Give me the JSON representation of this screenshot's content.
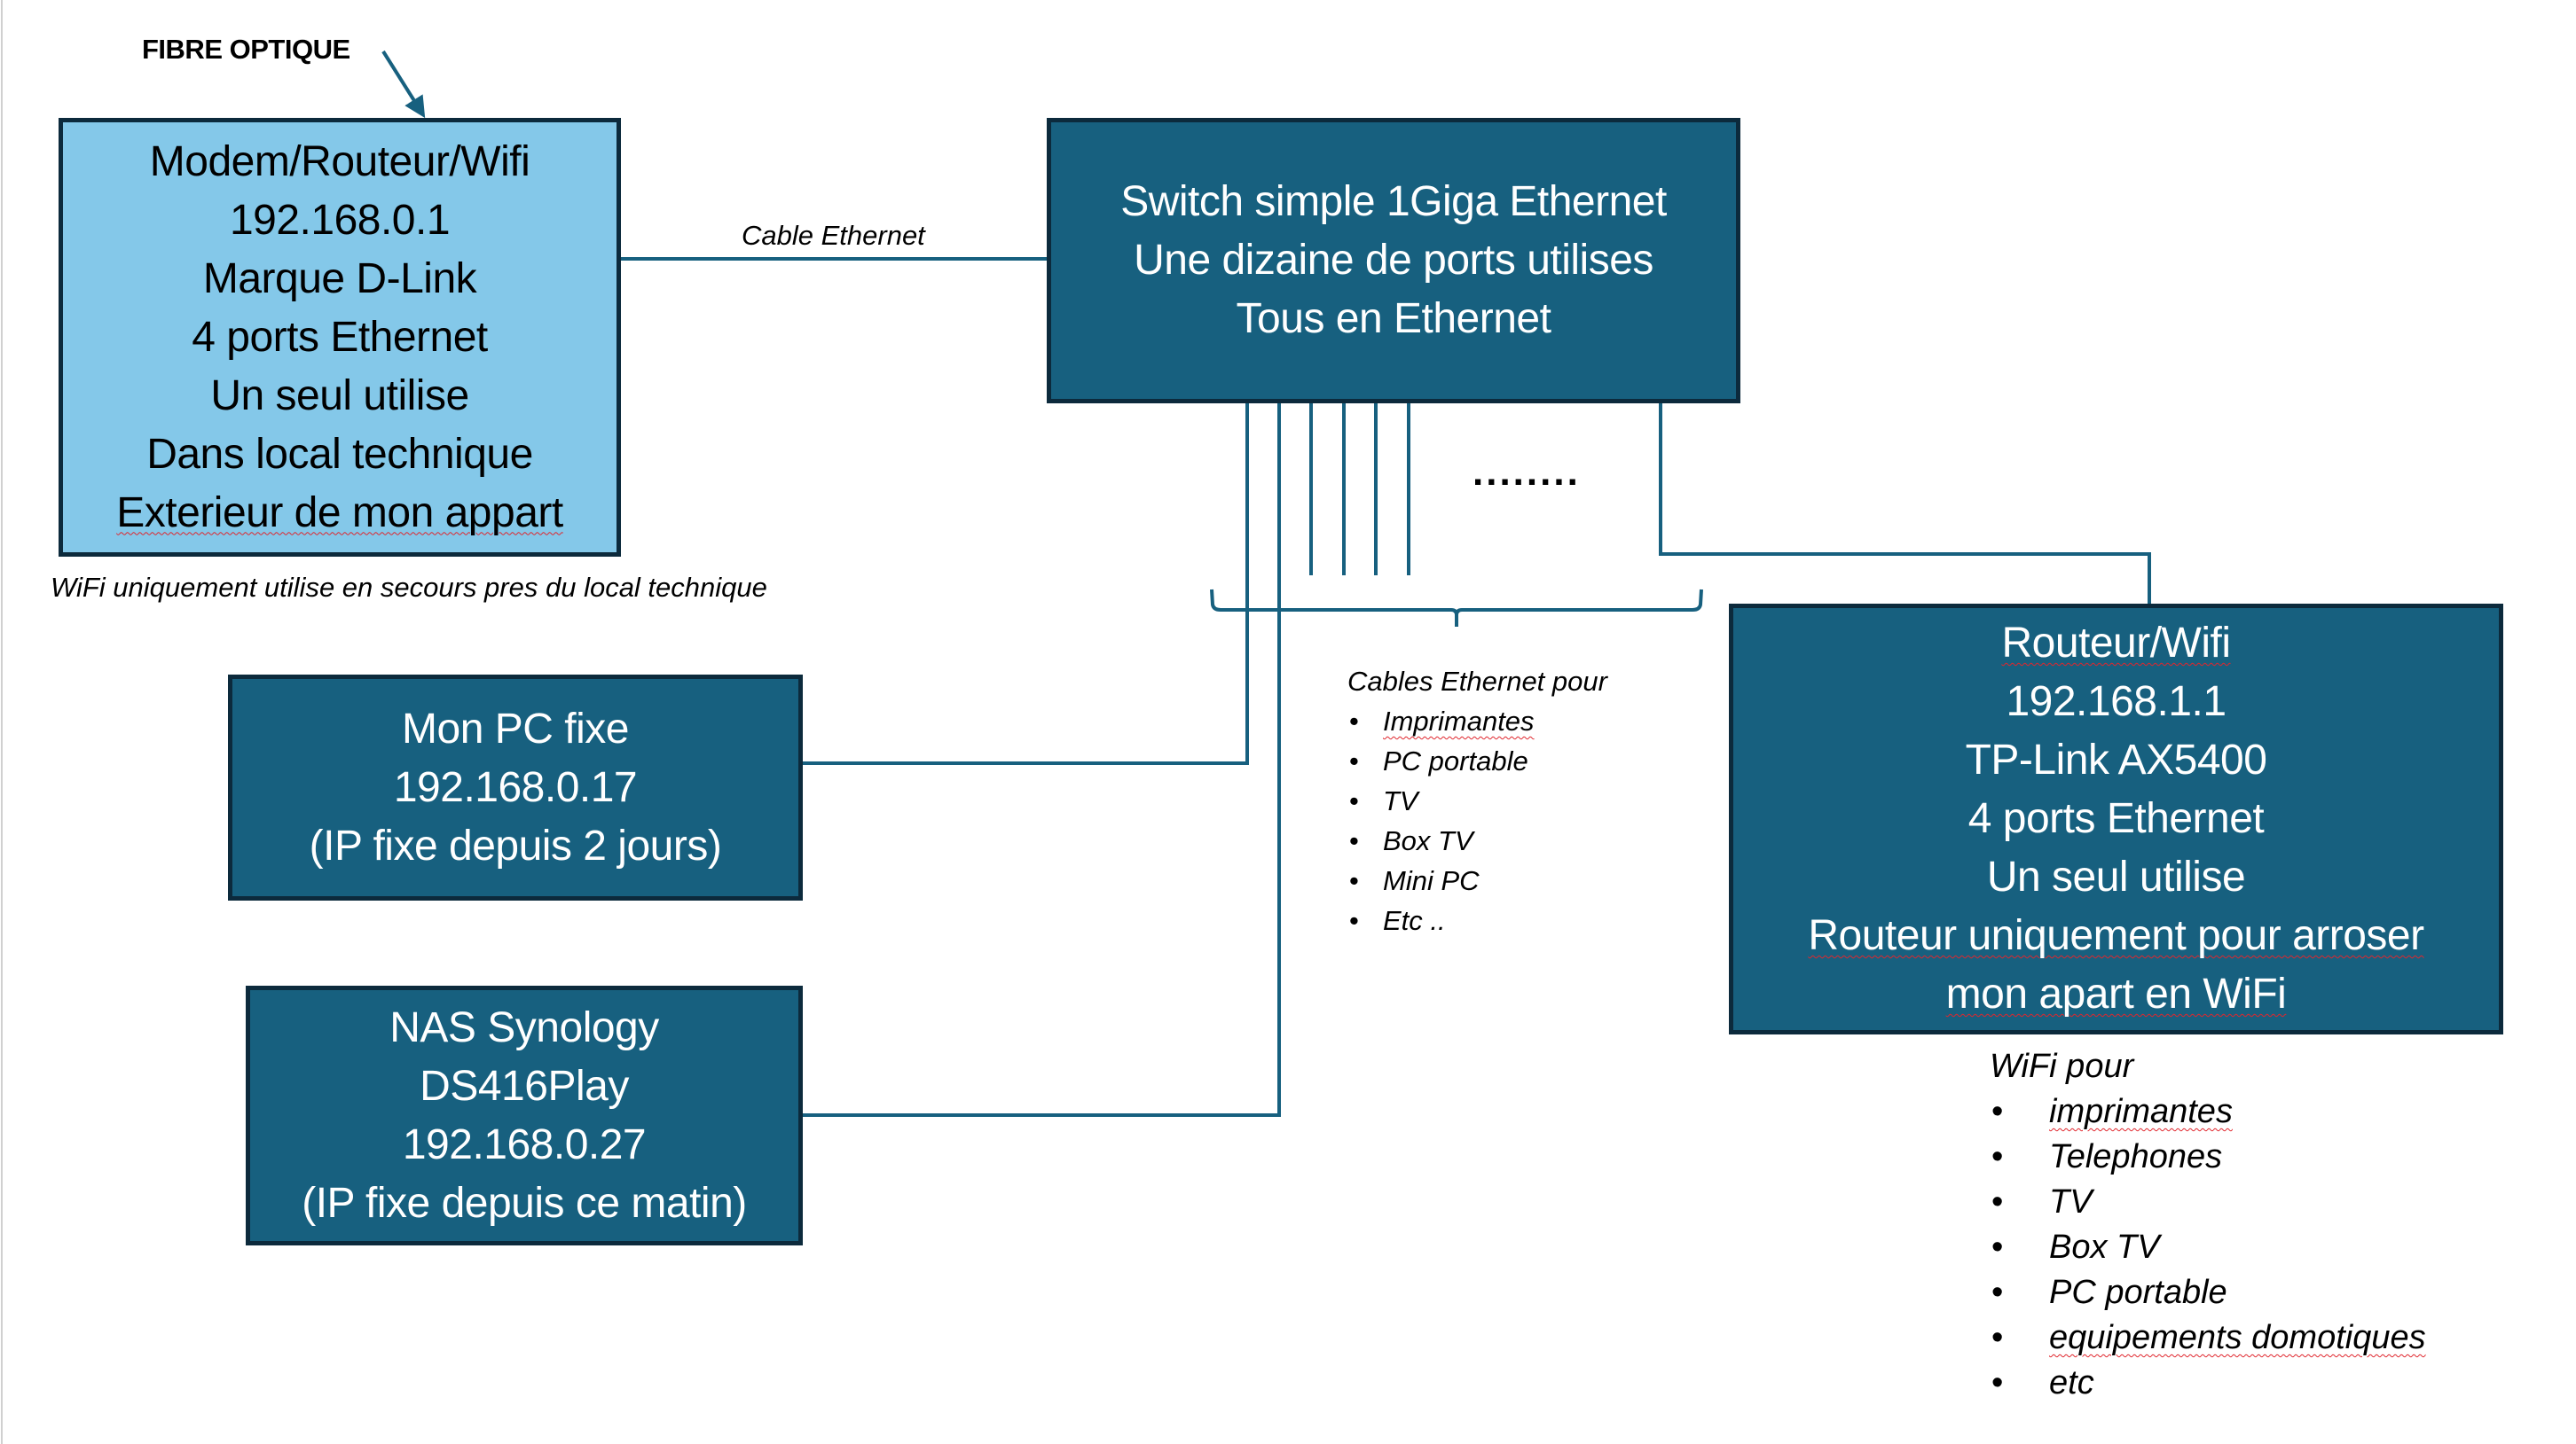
{
  "colors": {
    "modem_fill": "#84c8e9",
    "device_fill": "#17607f",
    "border": "#0c2a3c",
    "wire": "#17607f",
    "spellcheck": "#e0262d"
  },
  "fibre_label": "FIBRE OPTIQUE",
  "cable_label": "Cable Ethernet",
  "ellipsis": "........",
  "modem": {
    "lines": [
      "Modem/Routeur/Wifi",
      "192.168.0.1",
      "Marque D-Link",
      "4 ports Ethernet",
      "Un seul utilise",
      "Dans local technique",
      "Exterieur de mon appart"
    ],
    "note": "WiFi uniquement utilise en secours pres du local technique"
  },
  "switch": {
    "lines": [
      "Switch simple 1Giga Ethernet",
      "Une dizaine de ports utilises",
      "Tous en Ethernet"
    ]
  },
  "pc": {
    "lines": [
      "Mon PC fixe",
      "192.168.0.17",
      "(IP fixe depuis 2 jours)"
    ]
  },
  "nas": {
    "lines": [
      "NAS Synology",
      "DS416Play",
      "192.168.0.27",
      "(IP fixe depuis ce matin)"
    ]
  },
  "router": {
    "lines": [
      "Routeur/Wifi",
      "192.168.1.1",
      "TP-Link AX5400",
      "4 ports Ethernet",
      "Un seul utilise",
      "Routeur uniquement pour arroser",
      "mon apart en WiFi"
    ]
  },
  "cables_list": {
    "title": "Cables Ethernet pour",
    "bullet": "•",
    "items": [
      "Imprimantes",
      "PC portable",
      "TV",
      "Box TV",
      "Mini PC",
      "Etc .."
    ]
  },
  "wifi_list": {
    "title": "WiFi pour",
    "bullet": "•",
    "items": [
      "imprimantes",
      "Telephones",
      "TV",
      "Box TV",
      "PC portable",
      "equipements domotiques",
      "etc"
    ]
  }
}
